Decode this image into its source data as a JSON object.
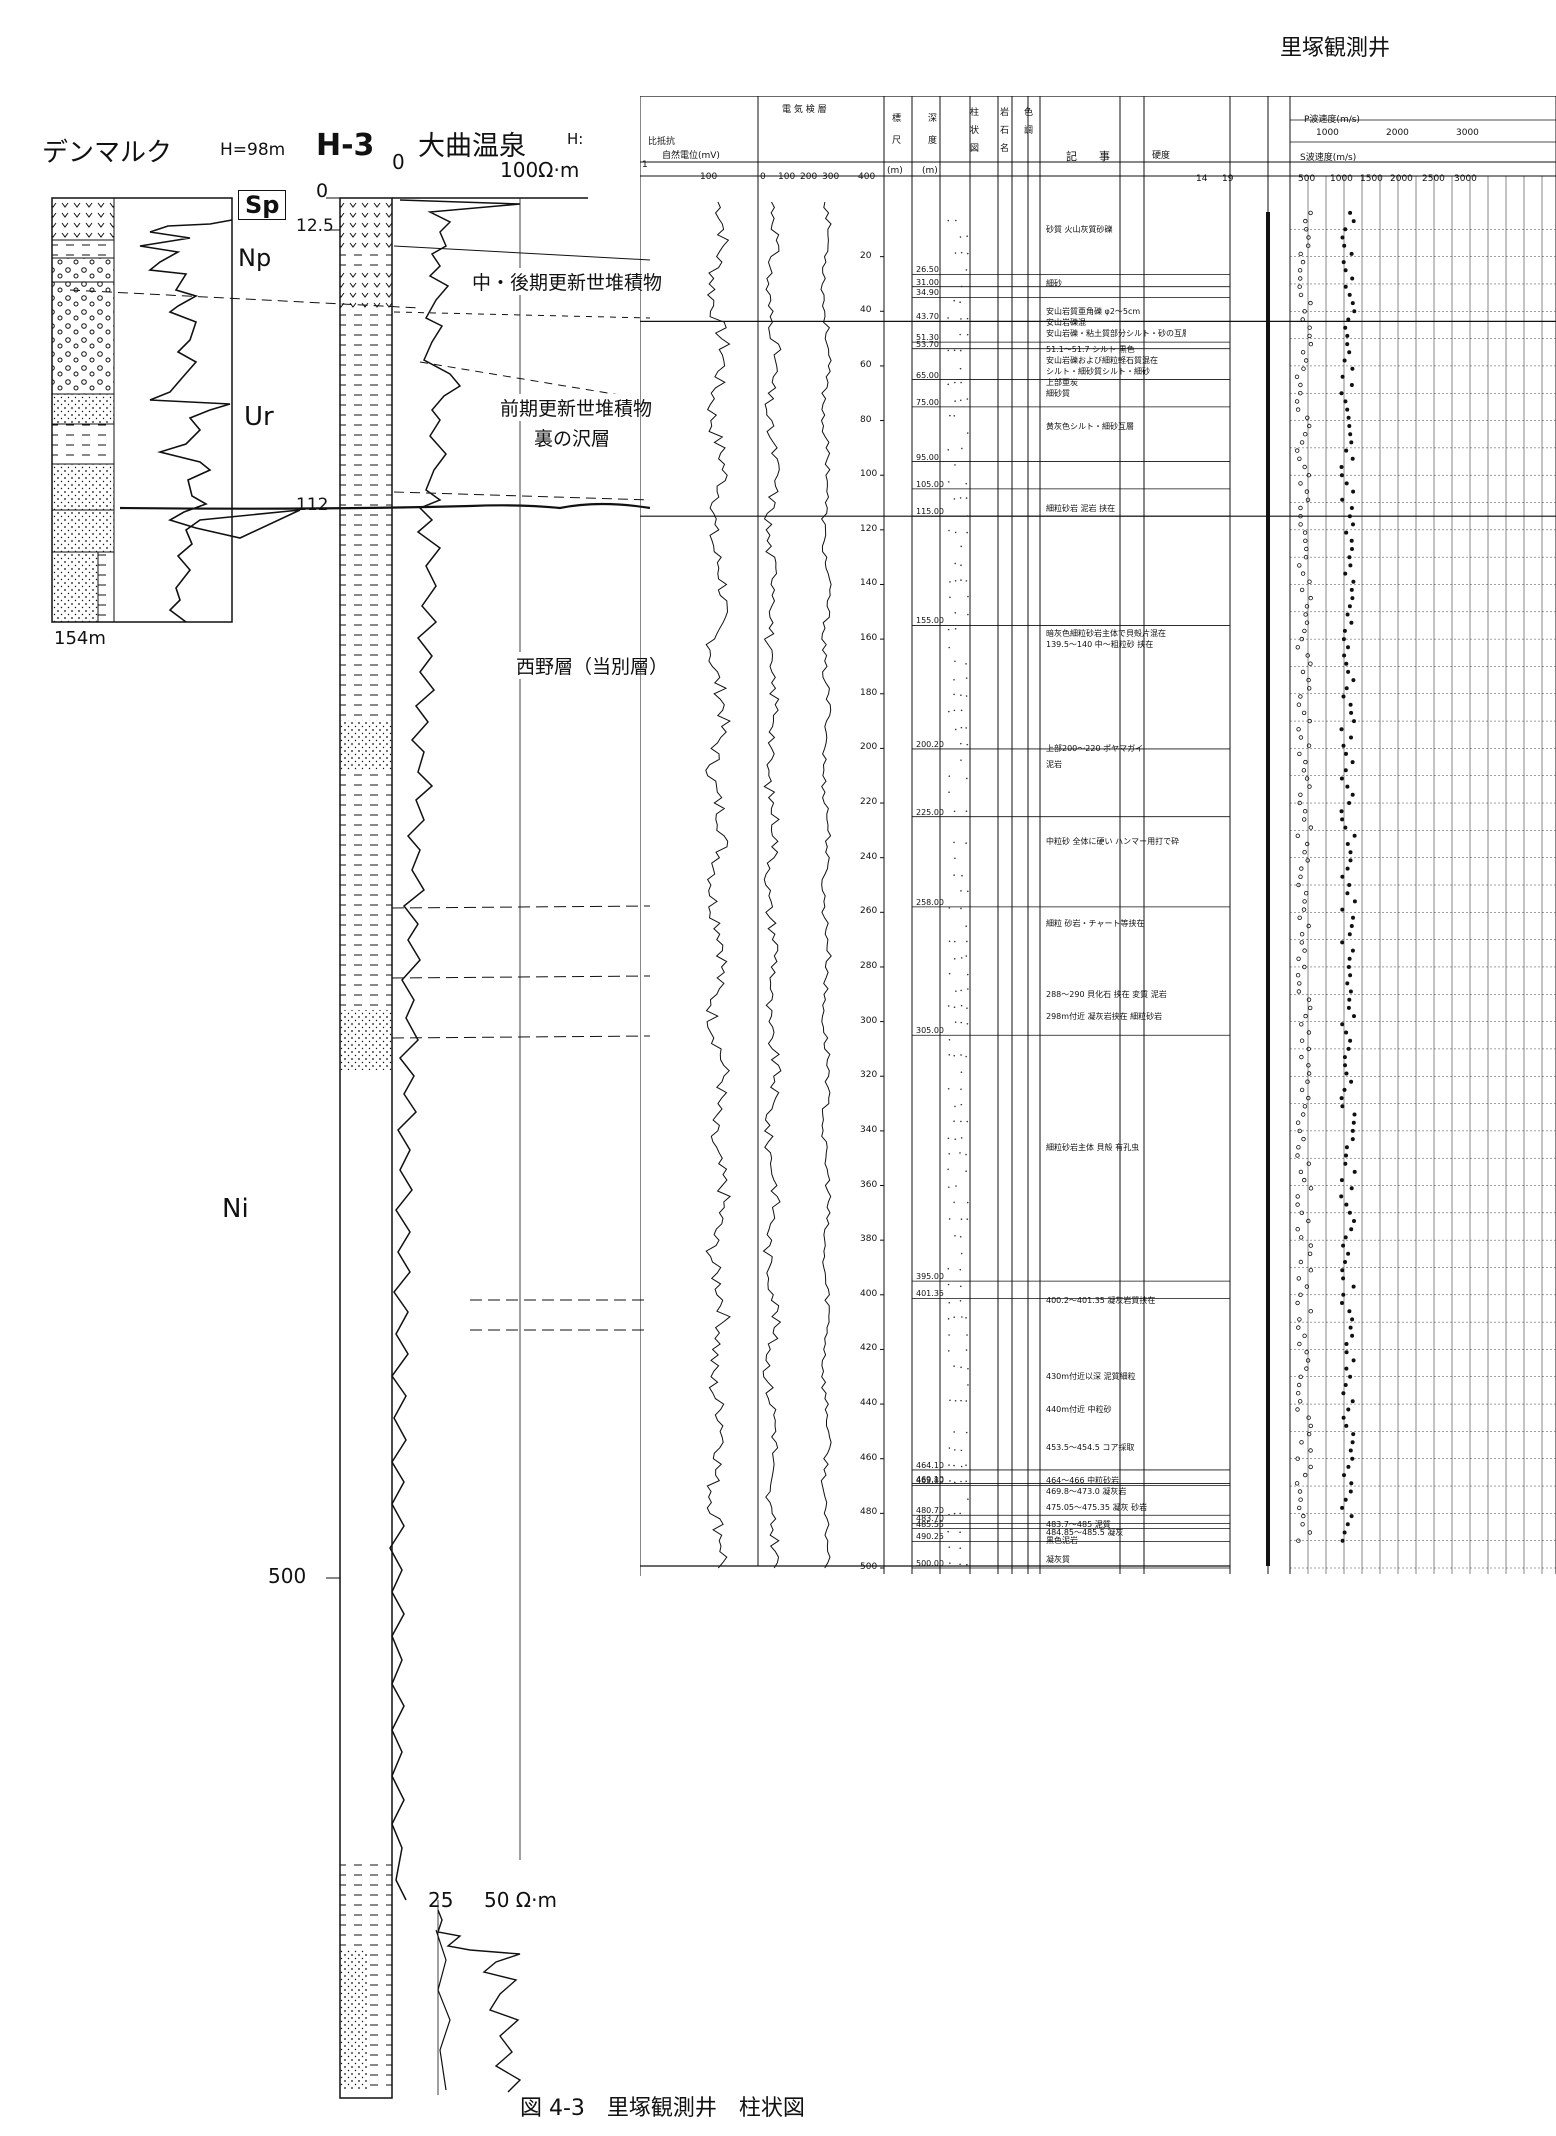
{
  "page": {
    "header_title": "里塚観測井",
    "caption": "図 4-3　里塚観測井　柱状図"
  },
  "left_logs": {
    "denmark": {
      "title": "デンマルク",
      "elev": "H=98m",
      "bottom": "154m"
    },
    "h3": {
      "title": "H-3",
      "scale_zero": "0"
    },
    "omagari": {
      "title": "大曲温泉",
      "elev": "H:",
      "scale_end": "100Ω·m",
      "lower_scale_a": "25",
      "lower_scale_b": "50 Ω·m"
    },
    "depth_ticks": {
      "top": "0",
      "d125": "12.5",
      "d112": "112",
      "d500": "500"
    },
    "formations": {
      "sp": "Sp",
      "np": "Np",
      "ur": "Ur",
      "ni": "Ni"
    },
    "units": {
      "mid_late": "中・後期更新世堆積物",
      "early": "前期更新世堆積物",
      "uranosawa": "裏の沢層",
      "nishino": "西野層（当別層）"
    }
  },
  "log_sheet": {
    "header": {
      "electric_log": "電 気 検 層",
      "resistivity": "比抵抗",
      "sp": "自然電位(mV)",
      "res_ticks": [
        "1",
        "100"
      ],
      "sp_ticks": [
        "0",
        "100",
        "200",
        "300",
        "400"
      ],
      "scale": "標尺",
      "depth": "深度",
      "column": "柱状図",
      "rock": "岩石名",
      "color": "色調",
      "notes": "記　　事",
      "hardness": "硬度",
      "unit_m": "(m)",
      "p_velocity": "P波速度(m/s)",
      "s_velocity": "S波速度(m/s)",
      "p_ticks": [
        "1000",
        "2000",
        "3000"
      ],
      "s_ticks": [
        "500",
        "1000",
        "1500",
        "2000",
        "2500",
        "3000"
      ],
      "hardness_ticks": [
        "14",
        "19"
      ]
    },
    "depth_scale": [
      "20",
      "40",
      "60",
      "80",
      "100",
      "120",
      "140",
      "160",
      "180",
      "200",
      "220",
      "240",
      "260",
      "280",
      "300",
      "320",
      "340",
      "360",
      "380",
      "400",
      "420",
      "440",
      "460",
      "480",
      "500"
    ],
    "boundary_depths": [
      "26.50",
      "31.00",
      "34.90",
      "43.70",
      "51.30",
      "53.70",
      "65.00",
      "75.00",
      "95.00",
      "105.00",
      "115.00",
      "155.00",
      "200.20",
      "225.00",
      "258.00",
      "305.00",
      "395.00",
      "401.35",
      "464.10",
      "469.10",
      "469.80",
      "480.70",
      "483.70",
      "485.55",
      "490.25",
      "500.00"
    ],
    "notes": [
      "砂質 火山灰質砂礫",
      "細砂",
      "安山岩質亜角礫 φ2〜5cm",
      "安山岩礫混",
      "安山岩礫・粘土質部分シルト・砂の互層",
      "51.1〜51.7 シルト 黒色",
      "安山岩礫および細粒軽石質混在",
      "シルト・細砂質シルト・細砂",
      "上部亜炭",
      "細砂質",
      "黄灰色シルト・細砂互層",
      "細粒砂岩 泥岩 挟在",
      "暗灰色細粒砂岩主体で貝殻片混在",
      "139.5〜140 中〜粗粒砂 挟在",
      "上部200〜220 ポヤマガイ",
      "泥岩",
      "中粒砂 全体に硬い ハンマー用打で砕",
      "細粒 砂岩・チャート等挟在",
      "288〜290 貝化石 挟在 変質 泥岩",
      "298m付近 凝灰岩挟在 細粒砂岩",
      "細粒砂岩主体 貝殻 有孔虫",
      "400.2〜401.35 凝灰岩質挟在",
      "430m付近以深 泥質細粒",
      "440m付近 中粒砂",
      "453.5〜454.5 コア採取",
      "464〜466 中粒砂岩",
      "469.8〜473.0 凝灰岩",
      "475.05〜475.35 凝灰 砂岩",
      "483.7〜485 泥質",
      "484.85〜485.5 凝灰",
      "黒色泥岩",
      "凝灰質"
    ]
  }
}
